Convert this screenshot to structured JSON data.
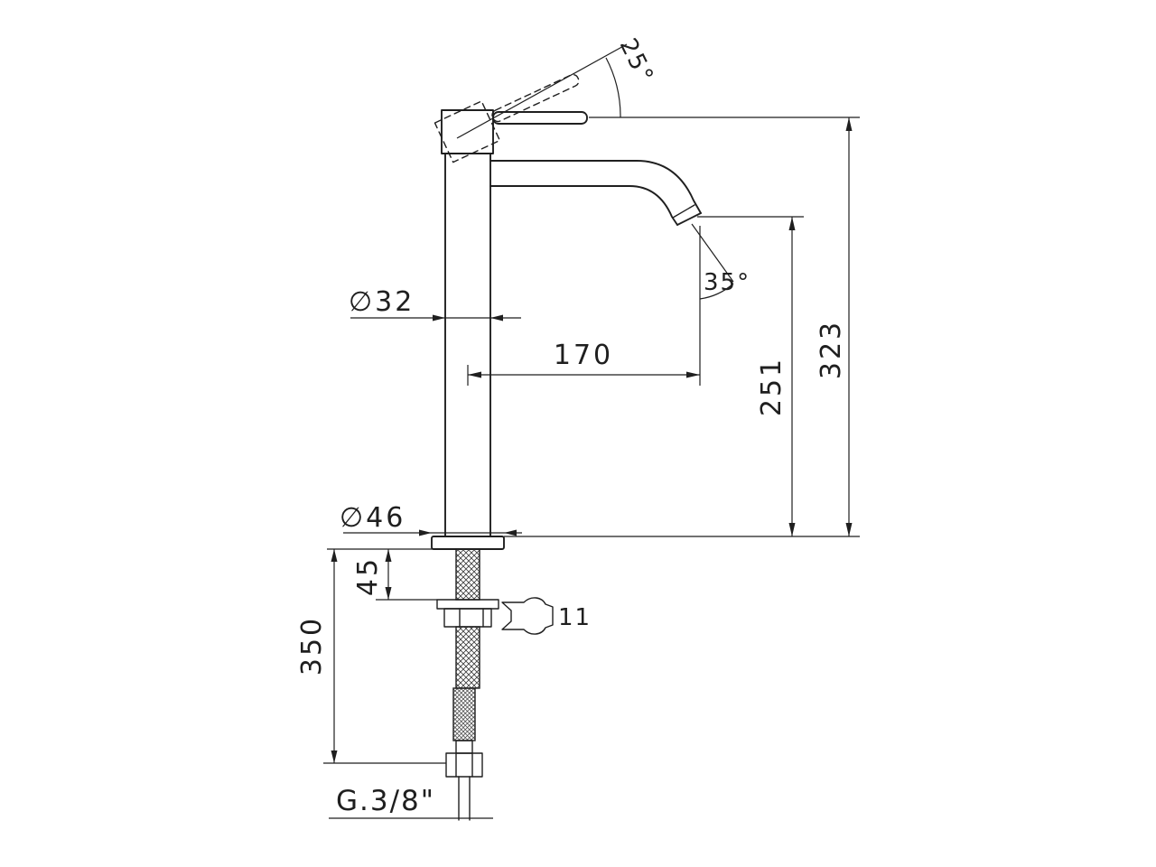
{
  "page": {
    "background": "#ffffff",
    "stroke_color": "#1f1f1f"
  },
  "drawing": {
    "labels": {
      "handle_angle": "25°",
      "body_diameter": "∅32",
      "spout_reach": "170",
      "spout_angle": "35°",
      "spout_height": "251",
      "total_height": "323",
      "base_diameter": "∅46",
      "max_deck_thickness": "45",
      "hose_length": "350",
      "wrench_size": "11",
      "inlet_thread": "G.3/8\""
    },
    "icons": {
      "wrench": "open-end-wrench-icon"
    }
  }
}
